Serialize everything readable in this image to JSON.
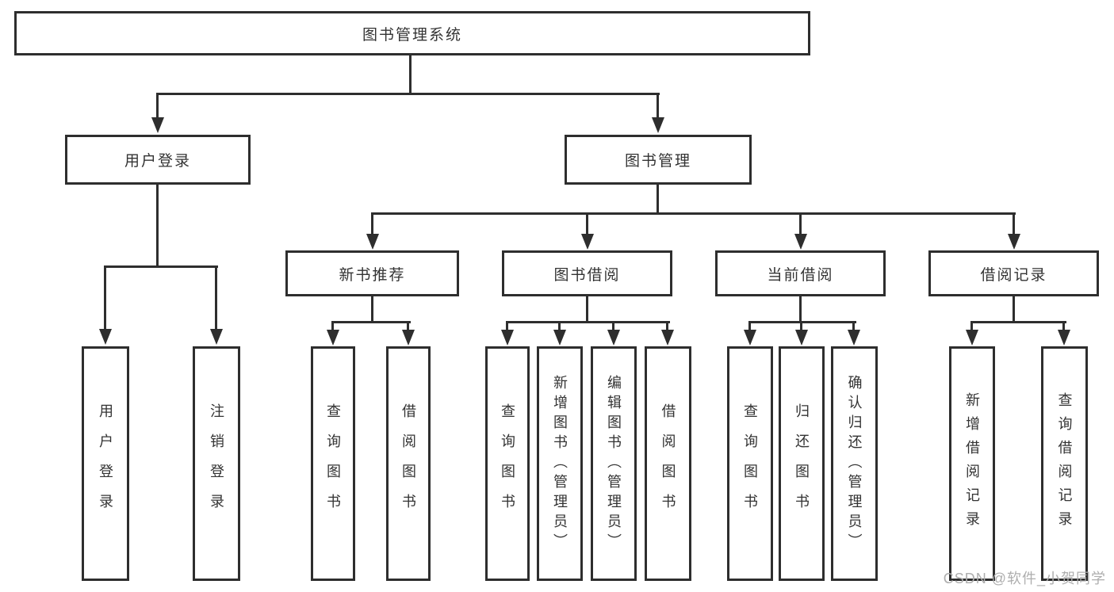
{
  "diagram": {
    "root": {
      "label": "图书管理系统",
      "children": [
        {
          "label": "用户登录",
          "children": [
            {
              "label": "用户登录"
            },
            {
              "label": "注销登录"
            }
          ]
        },
        {
          "label": "图书管理",
          "children": [
            {
              "label": "新书推荐",
              "children": [
                {
                  "label": "查询图书"
                },
                {
                  "label": "借阅图书"
                }
              ]
            },
            {
              "label": "图书借阅",
              "children": [
                {
                  "label": "查询图书"
                },
                {
                  "label": "新增图书（管理员）"
                },
                {
                  "label": "编辑图书（管理员）"
                },
                {
                  "label": "借阅图书"
                }
              ]
            },
            {
              "label": "当前借阅",
              "children": [
                {
                  "label": "查询图书"
                },
                {
                  "label": "归还图书"
                },
                {
                  "label": "确认归还（管理员）"
                }
              ]
            },
            {
              "label": "借阅记录",
              "children": [
                {
                  "label": "新增借阅记录"
                },
                {
                  "label": "查询借阅记录"
                }
              ]
            }
          ]
        }
      ]
    }
  },
  "watermark": "CSDN @软件_小贺同学"
}
